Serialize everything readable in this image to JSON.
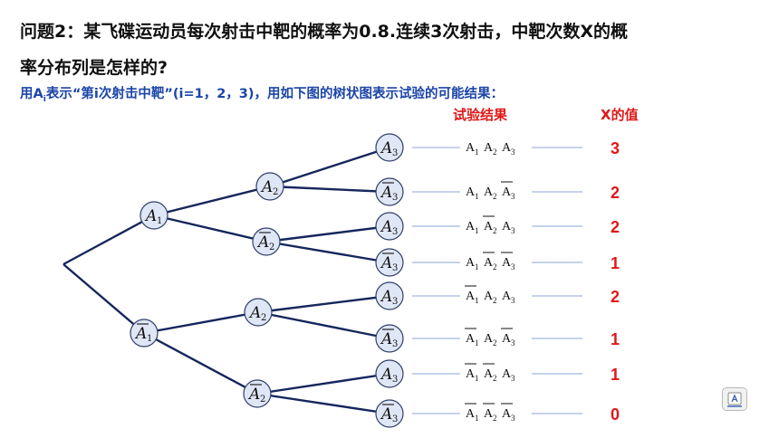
{
  "question": {
    "line1": "问题2：某飞碟运动员每次射击中靶的概率为0.8.连续3次射击，中靶次数X的概",
    "line2": "率分布列是怎样的?"
  },
  "intro": {
    "before": "用A",
    "sub": "i",
    "after": "表示“第i次射击中靶”(i=1，2，3)，用如下图的树状图表示试验的可能结果："
  },
  "headers": {
    "results": "试验结果",
    "x_value": "X的值"
  },
  "tree": {
    "level1": [
      {
        "letter": "A",
        "index": "1",
        "bar": false
      },
      {
        "letter": "A",
        "index": "1",
        "bar": true
      }
    ],
    "level2": [
      {
        "letter": "A",
        "index": "2",
        "bar": false
      },
      {
        "letter": "A",
        "index": "2",
        "bar": true
      },
      {
        "letter": "A",
        "index": "2",
        "bar": false
      },
      {
        "letter": "A",
        "index": "2",
        "bar": true
      }
    ],
    "level3": [
      {
        "letter": "A",
        "index": "3",
        "bar": false
      },
      {
        "letter": "A",
        "index": "3",
        "bar": true
      },
      {
        "letter": "A",
        "index": "3",
        "bar": false
      },
      {
        "letter": "A",
        "index": "3",
        "bar": true
      },
      {
        "letter": "A",
        "index": "3",
        "bar": false
      },
      {
        "letter": "A",
        "index": "3",
        "bar": true
      },
      {
        "letter": "A",
        "index": "3",
        "bar": false
      },
      {
        "letter": "A",
        "index": "3",
        "bar": true
      }
    ]
  },
  "outcomes": [
    {
      "bars": [
        false,
        false,
        false
      ],
      "x": "3"
    },
    {
      "bars": [
        false,
        false,
        true
      ],
      "x": "2"
    },
    {
      "bars": [
        false,
        true,
        false
      ],
      "x": "2"
    },
    {
      "bars": [
        false,
        true,
        true
      ],
      "x": "1"
    },
    {
      "bars": [
        true,
        false,
        false
      ],
      "x": "2"
    },
    {
      "bars": [
        true,
        false,
        true
      ],
      "x": "1"
    },
    {
      "bars": [
        true,
        true,
        false
      ],
      "x": "1"
    },
    {
      "bars": [
        true,
        true,
        true
      ],
      "x": "0"
    }
  ],
  "colors": {
    "node_fill": "#dfe6f5",
    "edge": "#15265c",
    "leader": "#8fa6d6",
    "accent_red": "#e01818",
    "sub_blue": "#1b45a8"
  }
}
